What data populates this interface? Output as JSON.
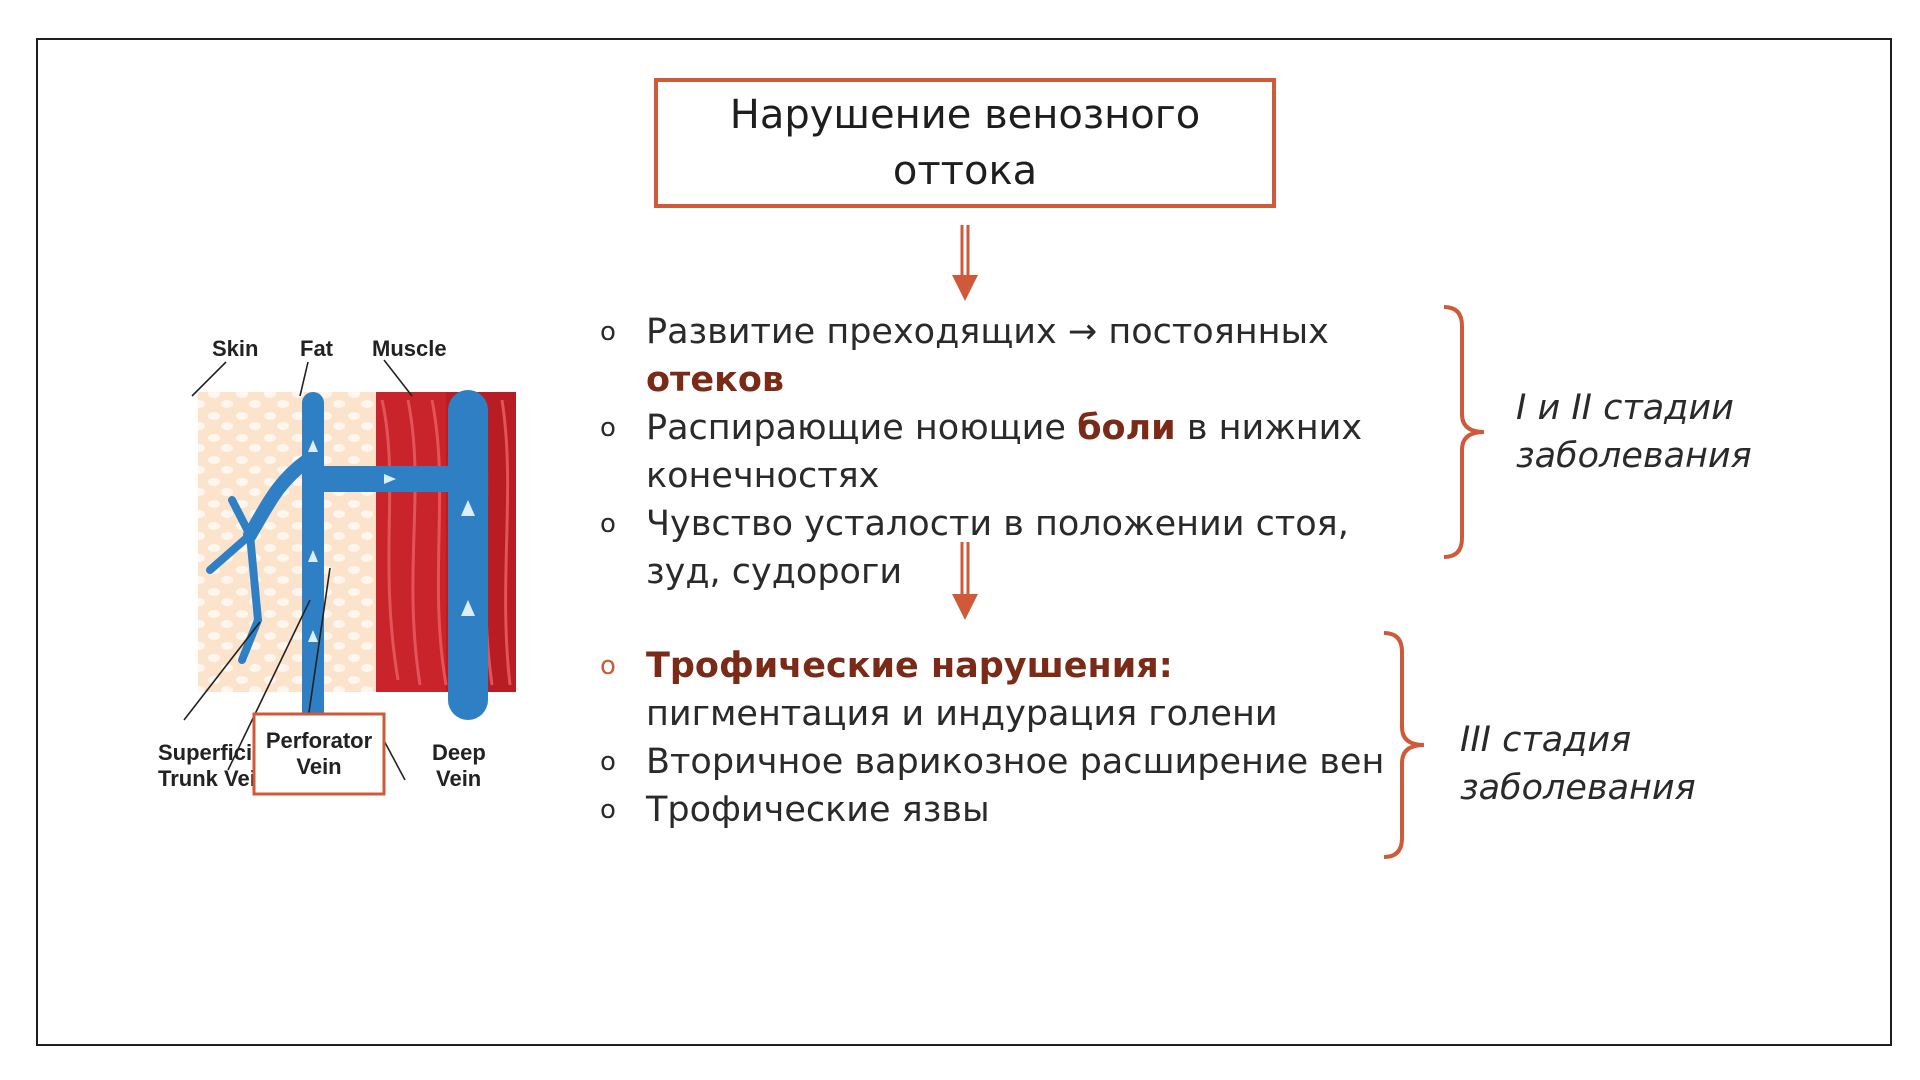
{
  "title": {
    "line1": "Нарушение венозного",
    "line2": "оттока"
  },
  "group1": {
    "items": [
      {
        "bullet": "o",
        "pre": "Развитие преходящих ",
        "arrow": "→",
        "mid": " постоянных ",
        "hl": "отеков",
        "post": ""
      },
      {
        "bullet": "o",
        "pre": "Распирающие ноющие ",
        "hl": "боли",
        "post": " в нижних конечностях"
      },
      {
        "bullet": "o",
        "text": "Чувство усталости в положении стоя, зуд, судороги"
      }
    ],
    "stage_line1": "I и II стадии",
    "stage_line2": "заболевания"
  },
  "group2": {
    "items": [
      {
        "bullet": "o",
        "hl": "Трофические нарушения:",
        "post": " пигментация и индурация голени"
      },
      {
        "bullet": "o",
        "text": "Вторичное варикозное расширение вен"
      },
      {
        "bullet": "o",
        "text": "Трофические язвы"
      }
    ],
    "stage_line1": "III стадия",
    "stage_line2": "заболевания"
  },
  "illustration": {
    "skin": "Skin",
    "fat": "Fat",
    "muscle": "Muscle",
    "superficial_1": "Superficial",
    "superficial_2": "Trunk Vein",
    "perforator_1": "Perforator",
    "perforator_2": "Vein",
    "deep_1": "Deep",
    "deep_2": "Vein"
  },
  "colors": {
    "accent": "#cf5a3a",
    "highlight": "#7a2a17",
    "vein": "#2f7fc4",
    "muscle": "#c9232b",
    "fat": "#fbe3cc"
  }
}
